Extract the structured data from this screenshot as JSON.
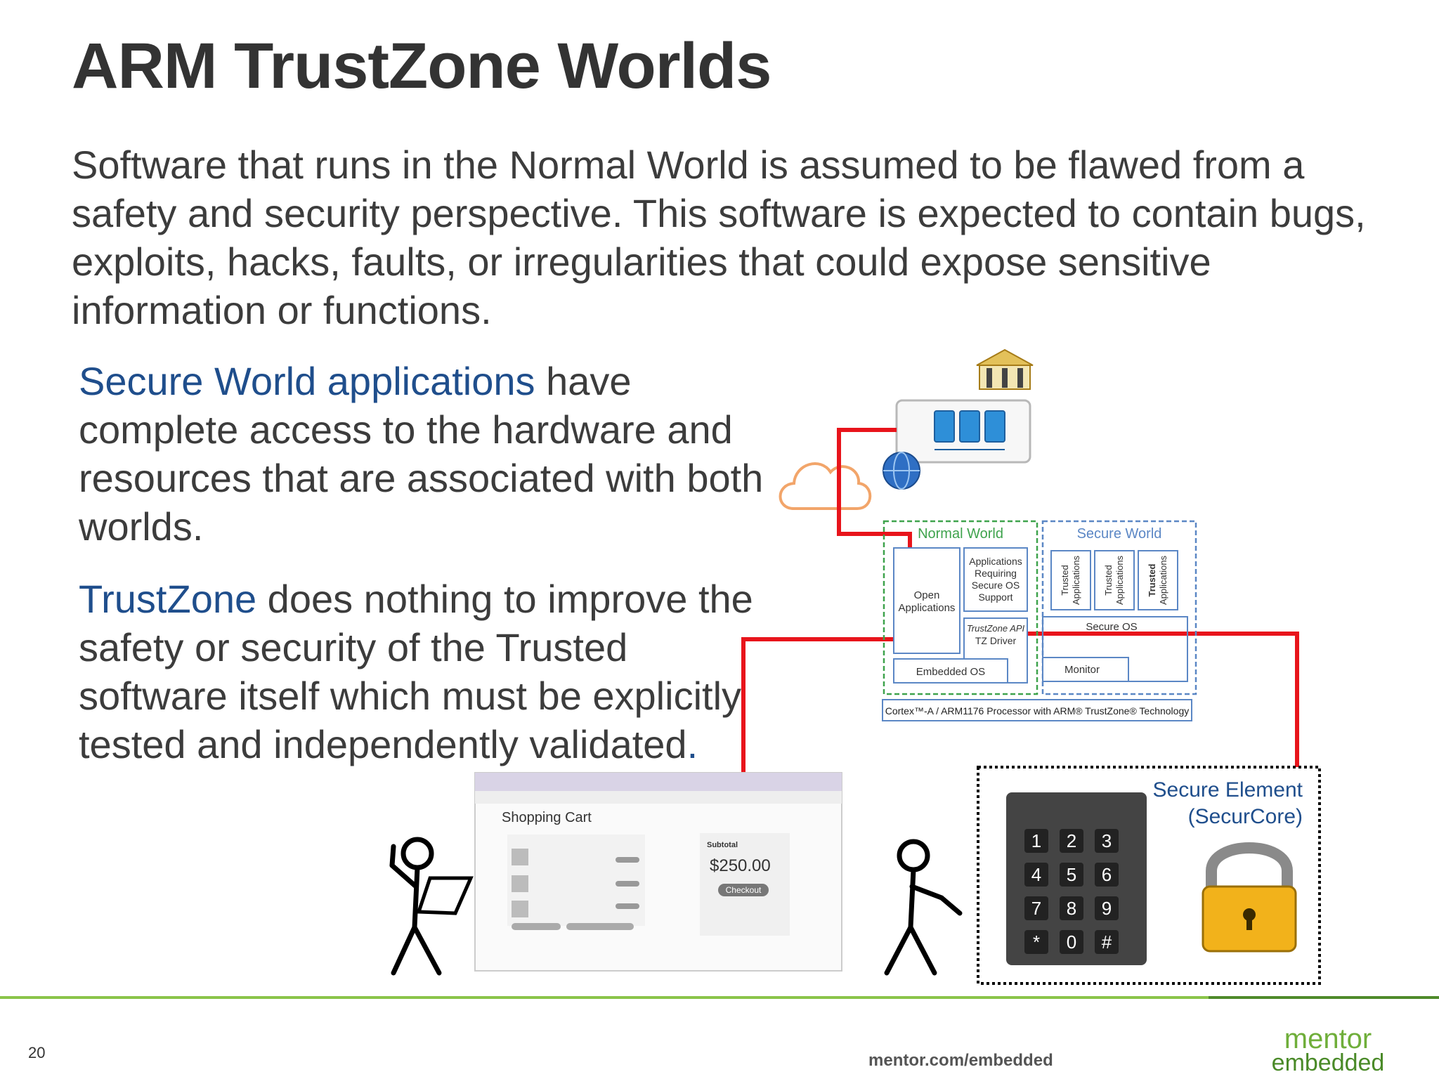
{
  "slide": {
    "title": "ARM TrustZone Worlds",
    "intro": "Software that runs in the Normal World is assumed to be flawed from a safety and security perspective. This  software is expected to contain bugs, exploits, hacks, faults, or irregularities that could expose sensitive information or functions.",
    "para1_highlight": "Secure World applications",
    "para1_rest": " have complete access to the hardware and resources that are associated with both worlds.",
    "para2_highlight": "TrustZone",
    "para2_rest": " does nothing to improve the safety or security of the Trusted software itself which must be explicitly tested and independently validated",
    "para2_end": "."
  },
  "diagram": {
    "normal_world": "Normal World",
    "secure_world": "Secure World",
    "open_apps_line1": "Open",
    "open_apps_line2": "Applications",
    "apps_req_line1": "Applications",
    "apps_req_line2": "Requiring",
    "apps_req_line3": "Secure OS",
    "apps_req_line4": "Support",
    "trusted_apps_1_line1": "Trusted",
    "trusted_apps_1_line2": "Applications",
    "trusted_apps_2_line1": "Trusted",
    "trusted_apps_2_line2": "Applications",
    "trusted_apps_3_line1": "Trusted",
    "trusted_apps_3_line2": "Applications",
    "tz_api": "TrustZone API",
    "tz_driver": "TZ Driver",
    "secure_os": "Secure OS",
    "embedded_os": "Embedded OS",
    "monitor": "Monitor",
    "processor": "Cortex™-A / ARM1176 Processor with ARM® TrustZone® Technology",
    "shopping_cart": "Shopping Cart",
    "subtotal_label": "Subtotal",
    "subtotal_value": "$250.00",
    "checkout": "Checkout",
    "secure_element_line1": "Secure Element",
    "secure_element_line2": "(SecurCore)",
    "keypad": [
      "1",
      "2",
      "3",
      "4",
      "5",
      "6",
      "7",
      "8",
      "9",
      "*",
      "0",
      "#"
    ]
  },
  "footer": {
    "slide_number": "20",
    "url": "mentor.com/embedded",
    "logo_top": "mentor",
    "logo_bottom": "embedded"
  },
  "colors": {
    "accent_blue": "#1f4e8c",
    "connector_red": "#e8141b",
    "normal_world_green": "#3fa34d",
    "secure_world_blue": "#5b87c5",
    "footer_green": "#8ac44a",
    "lock_gold": "#f2b21b"
  }
}
